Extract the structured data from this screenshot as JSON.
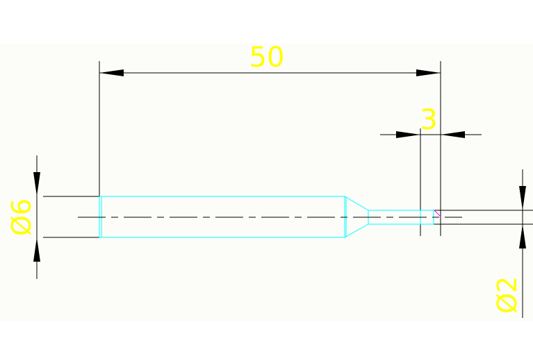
{
  "drawing": {
    "dimensions": {
      "overall_length": "50",
      "tip_length": "3",
      "shank_diameter": "Ø6",
      "tip_diameter": "Ø2"
    },
    "colors": {
      "background": "#ffffff",
      "band": "#fcfcf9",
      "dimension_lines": "#000000",
      "dimension_text": "#ffff00",
      "outline": "#00ffff",
      "centerline": "#000000",
      "marker": "#ff00ff"
    }
  }
}
